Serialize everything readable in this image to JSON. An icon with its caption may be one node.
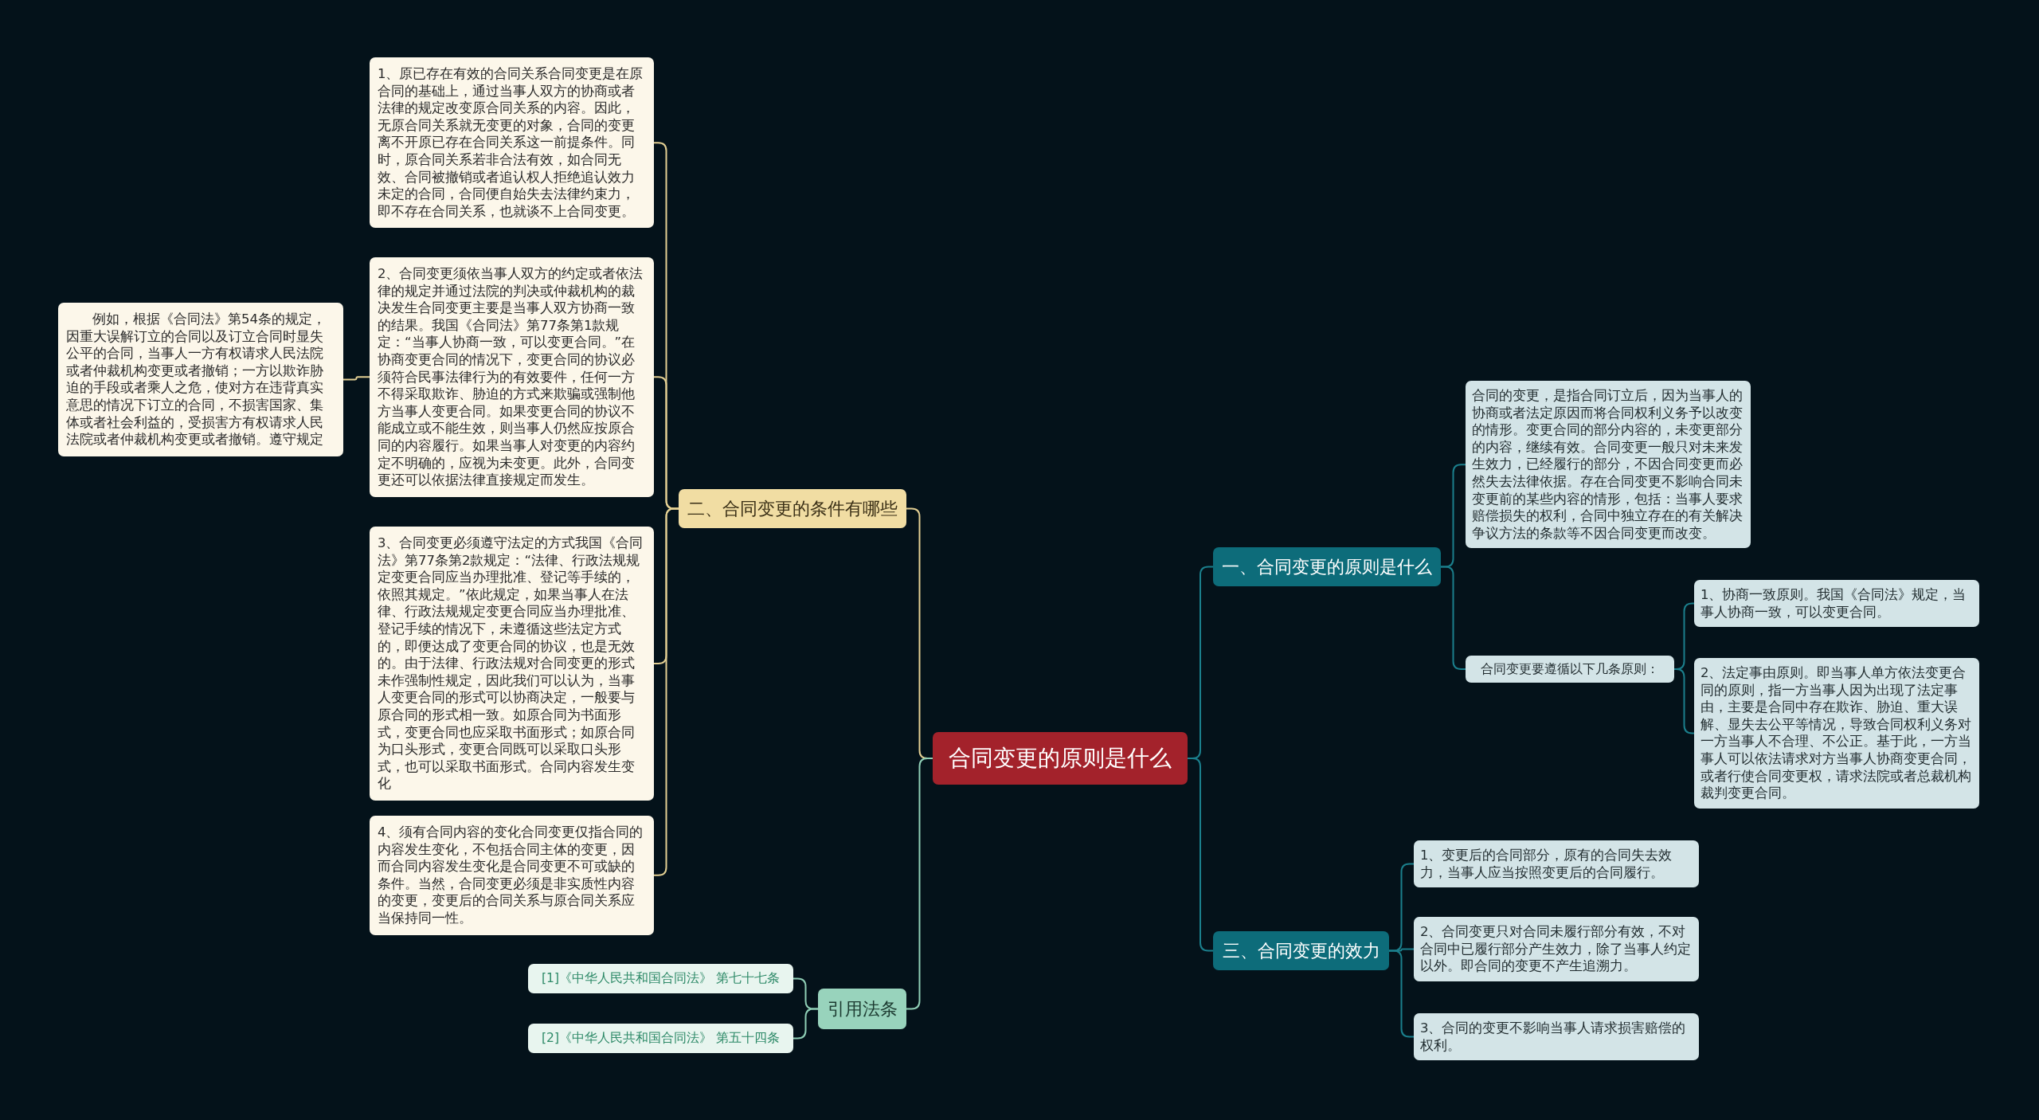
{
  "diagram": {
    "nodes": [
      {
        "text": [
          "合同变更的原则是什么"
        ]
      },
      {
        "text": [
          "二、合同变更的条件有哪些"
        ]
      },
      {
        "text": [
          "1、原已存在有效的合同关系合同变更是在原合同的基础上，通过当事人双方的协商或者法律的规定改变原合同关系的内容。因此，无原合同关系就无变更的对象，合同的变更离不开原已存在合同关系这一前提条件。同时，原合同关系若非合法有效，如合同无效、合同被撤销或者追认权人拒绝追认效力未定的合同，合同便自始失去法律约束力，即不存在合同关系，也就谈不上合同变更。"
        ]
      },
      {
        "text": [
          "2、合同变更须依当事人双方的约定或者依法律的规定并通过法院的判决或仲裁机构的裁决发生合同变更主要是当事人双方协商一致的结果。我国《合同法》第77条第1款规定：“当事人协商一致，可以变更合同。”在协商变更合同的情况下，变更合同的协议必须符合民事法律行为的有效要件，任何一方不得采取欺诈、胁迫的方式来欺骗或强制他方当事人变更合同。如果变更合同的协议不能成立或不能生效，则当事人仍然应按原合同的内容履行。如果当事人对变更的内容约定不明确的，应视为未变更。此外，合同变更还可以依据法律直接规定而发生。"
        ]
      },
      {
        "text": [
          "例如，根据《合同法》第54条的规定，因重大误解订立的合同以及订立合同时显失公平的合同，当事人一方有权请求人民法院或者仲裁机构变更或者撤销；一方以欺诈胁迫的手段或者乘人之危，使对方在违背真实意思的情况下订立的合同，不损害国家、集体或者社会利益的，受损害方有权请求人民法院或者仲裁机构变更或者撤销。遵守规定"
        ]
      },
      {
        "text": [
          "3、合同变更必须遵守法定的方式我国《合同法》第77条第2款规定：“法律、行政法规规定变更合同应当办理批准、登记等手续的，依照其规定。”依此规定，如果当事人在法律、行政法规规定变更合同应当办理批准、登记手续的情况下，未遵循这些法定方式的，即便达成了变更合同的协议，也是无效的。由于法律、行政法规对合同变更的形式未作强制性规定，因此我们可以认为，当事人变更合同的形式可以协商决定，一般要与原合同的形式相一致。如原合同为书面形式，变更合同也应采取书面形式；如原合同为口头形式，变更合同既可以采取口头形式，也可以采取书面形式。合同内容发生变化"
        ]
      },
      {
        "text": [
          "4、须有合同内容的变化合同变更仅指合同的内容发生变化，不包括合同主体的变更，因而合同内容发生变化是合同变更不可或缺的条件。当然，合同变更必须是非实质性内容的变更，变更后的合同关系与原合同关系应当保持同一性。"
        ]
      },
      {
        "text": [
          "引用法条"
        ]
      },
      {
        "text": [
          "[1]《中华人民共和国合同法》 第七十七条"
        ]
      },
      {
        "text": [
          "[2]《中华人民共和国合同法》 第五十四条"
        ]
      },
      {
        "text": [
          "一、合同变更的原则是什么"
        ]
      },
      {
        "text": [
          "合同的变更，是指合同订立后，因为当事人的协商或者法定原因而将合同权利义务予以改变的情形。变更合同的部分内容的，未变更部分的内容，继续有效。合同变更一般只对未来发生效力，已经履行的部分，不因合同变更而必然失去法律依据。存在合同变更不影响合同未变更前的某些内容的情形，包括：当事人要求赔偿损失的权利，合同中独立存在的有关解决争议方法的条款等不因合同变更而改变。"
        ]
      },
      {
        "text": [
          "合同变更要遵循以下几条原则："
        ]
      },
      {
        "text": [
          "1、协商一致原则。我国《合同法》规定，当事人协商一致，可以变更合同。"
        ]
      },
      {
        "text": [
          "2、法定事由原则。即当事人单方依法变更合同的原则，指一方当事人因为出现了法定事由，主要是合同中存在欺诈、胁迫、重大误解、显失去公平等情况，导致合同权利义务对一方当事人不合理、不公正。基于此，一方当事人可以依法请求对方当事人协商变更合同，或者行使合同变更权，请求法院或者总裁机构裁判变更合同。"
        ]
      },
      {
        "text": [
          "三、合同变更的效力"
        ]
      },
      {
        "text": [
          "1、变更后的合同部分，原有的合同失去效力，当事人应当按照变更后的合同履行。"
        ]
      },
      {
        "text": [
          "2、合同变更只对合同未履行部分有效，不对合同中已履行部分产生效力，除了当事人约定以外。即合同的变更不产生追溯力。"
        ]
      },
      {
        "text": [
          "3、合同的变更不影响当事人请求损害赔偿的权利。"
        ]
      }
    ],
    "edges": [
      {
        "from": 0,
        "to": 1,
        "arrow": "none",
        "color": "#e3cf93"
      },
      {
        "from": 1,
        "to": 2,
        "arrow": "none",
        "color": "#e3cf93"
      },
      {
        "from": 1,
        "to": 3,
        "arrow": "none",
        "color": "#e3cf93"
      },
      {
        "from": 3,
        "to": 4,
        "arrow": "none",
        "color": "#e3cf93"
      },
      {
        "from": 1,
        "to": 5,
        "arrow": "none",
        "color": "#e3cf93"
      },
      {
        "from": 1,
        "to": 6,
        "arrow": "none",
        "color": "#e3cf93"
      },
      {
        "from": 0,
        "to": 7,
        "arrow": "none",
        "color": "#8fcfb6"
      },
      {
        "from": 7,
        "to": 8,
        "arrow": "none",
        "color": "#8fcfb6"
      },
      {
        "from": 7,
        "to": 9,
        "arrow": "none",
        "color": "#8fcfb6"
      },
      {
        "from": 0,
        "to": 10,
        "arrow": "none"
      },
      {
        "from": 10,
        "to": 11,
        "arrow": "none"
      },
      {
        "from": 10,
        "to": 12,
        "arrow": "none"
      },
      {
        "from": 12,
        "to": 13,
        "arrow": "none"
      },
      {
        "from": 12,
        "to": 14,
        "arrow": "none"
      },
      {
        "from": 0,
        "to": 15,
        "arrow": "none"
      },
      {
        "from": 15,
        "to": 16,
        "arrow": "none"
      },
      {
        "from": 15,
        "to": 17,
        "arrow": "none"
      },
      {
        "from": 15,
        "to": 18,
        "arrow": "none"
      }
    ]
  }
}
